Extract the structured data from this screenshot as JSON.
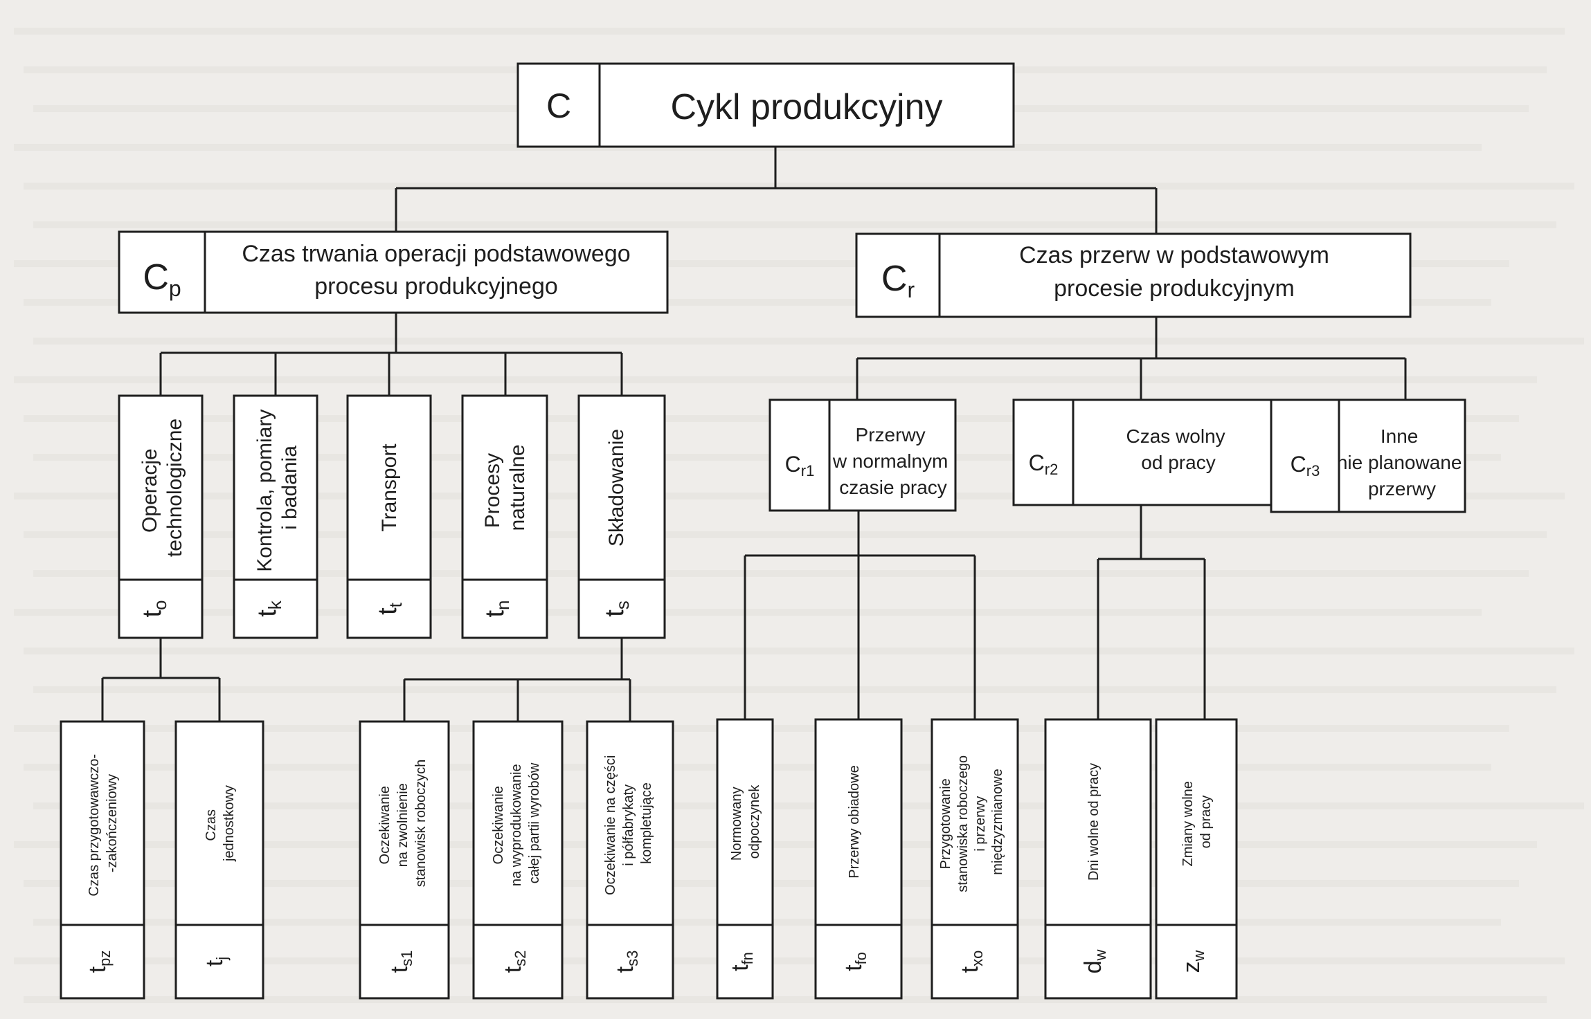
{
  "root": {
    "code": "C",
    "label": "Cykl produkcyjny"
  },
  "level1": [
    {
      "code": "C",
      "sub": "p",
      "line1": "Czas trwania operacji podstawowego",
      "line2": "procesu produkcyjnego"
    },
    {
      "code": "C",
      "sub": "r",
      "line1": "Czas przerw w podstawowym",
      "line2": "procesie produkcyjnym"
    }
  ],
  "production_ops": [
    {
      "code": "t",
      "sub": "o",
      "lines": [
        "Operacje",
        "technologiczne"
      ]
    },
    {
      "code": "t",
      "sub": "k",
      "lines": [
        "Kontrola, pomiary",
        "i badania"
      ]
    },
    {
      "code": "t",
      "sub": "t",
      "lines": [
        "Transport"
      ]
    },
    {
      "code": "t",
      "sub": "n",
      "lines": [
        "Procesy",
        "naturalne"
      ]
    },
    {
      "code": "t",
      "sub": "s",
      "lines": [
        "Składowanie"
      ]
    }
  ],
  "breaks": [
    {
      "code": "C",
      "sub": "r1",
      "lines": [
        "Przerwy",
        "w normalnym",
        "czasie pracy"
      ]
    },
    {
      "code": "C",
      "sub": "r2",
      "lines": [
        "Czas wolny",
        "od pracy"
      ]
    },
    {
      "code": "C",
      "sub": "r3",
      "lines": [
        "Inne",
        "nie planowane",
        "przerwy"
      ]
    }
  ],
  "tech_ops": [
    {
      "code": "t",
      "sub": "pz",
      "lines": [
        "Czas przygotowawczo-",
        "-zakończeniowy"
      ]
    },
    {
      "code": "t",
      "sub": "j",
      "lines": [
        "Czas",
        "jednostkowy"
      ]
    }
  ],
  "storage": [
    {
      "code": "t",
      "sub": "s1",
      "lines": [
        "Oczekiwanie",
        "na zwolnienie",
        "stanowisk roboczych"
      ]
    },
    {
      "code": "t",
      "sub": "s2",
      "lines": [
        "Oczekiwanie",
        "na wyprodukowanie",
        "całej partii wyrobów"
      ]
    },
    {
      "code": "t",
      "sub": "s3",
      "lines": [
        "Oczekiwanie na części",
        "i półfabrykaty",
        "kompletujące"
      ]
    }
  ],
  "normal_breaks": [
    {
      "code": "t",
      "sub": "fn",
      "lines": [
        "Normowany",
        "odpoczynek"
      ]
    },
    {
      "code": "t",
      "sub": "fo",
      "lines": [
        "Przerwy obiadowe"
      ]
    },
    {
      "code": "t",
      "sub": "xo",
      "lines": [
        "Przygotowanie",
        "stanowiska roboczego",
        "i przerwy",
        "międzyzmianowe"
      ]
    }
  ],
  "free_time": [
    {
      "code": "d",
      "sub": "w",
      "lines": [
        "Dni wolne od pracy"
      ]
    },
    {
      "code": "z",
      "sub": "w",
      "lines": [
        "Zmiany wolne",
        "od pracy"
      ]
    }
  ]
}
